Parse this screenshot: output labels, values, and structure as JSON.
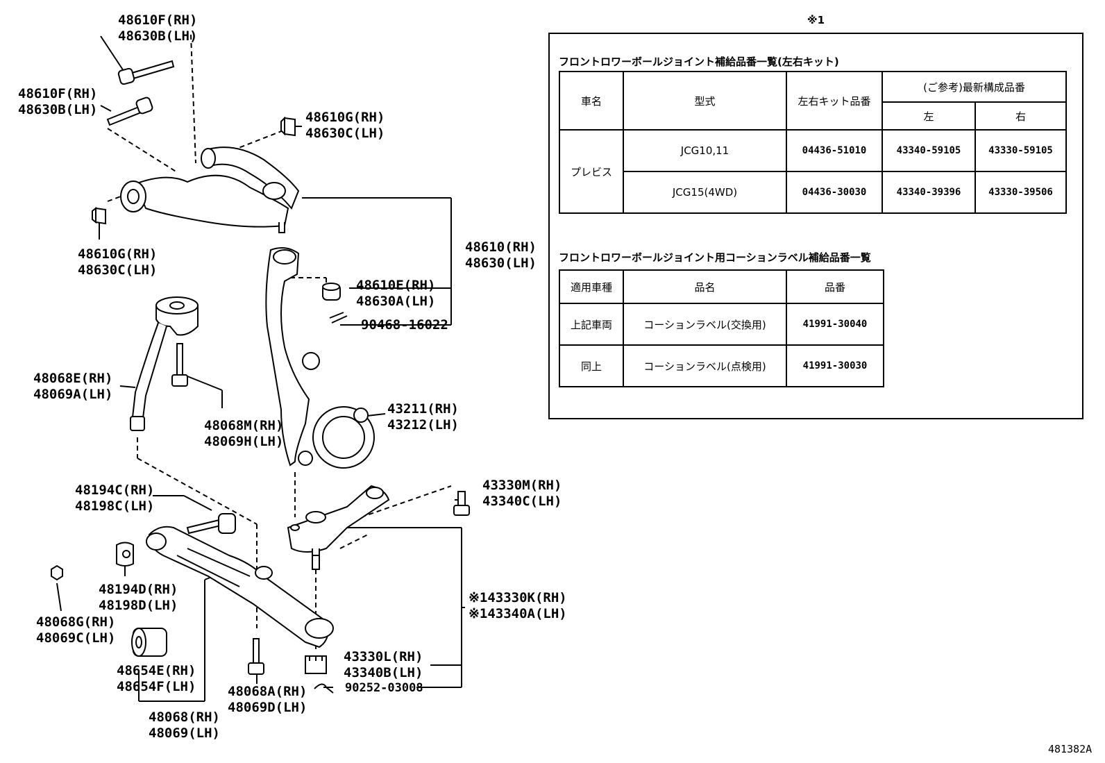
{
  "parts": [
    {
      "id": "bolt-top-1",
      "lines": [
        "48610F(RH)",
        "48630B(LH)"
      ]
    },
    {
      "id": "bolt-top-2",
      "lines": [
        "48610F(RH)",
        "48630B(LH)"
      ]
    },
    {
      "id": "bushing-top-right",
      "lines": [
        "48610G(RH)",
        "48630C(LH)"
      ]
    },
    {
      "id": "bushing-top-left",
      "lines": [
        "48610G(RH)",
        "48630C(LH)"
      ]
    },
    {
      "id": "upper-arm",
      "lines": [
        "48610(RH)",
        "48630(LH)"
      ]
    },
    {
      "id": "upper-arm-bushing",
      "lines": [
        "48610E(RH)",
        "48630A(LH)"
      ]
    },
    {
      "id": "upper-pin",
      "lines": [
        "90468-16022"
      ]
    },
    {
      "id": "tie-rod",
      "lines": [
        "48068E(RH)",
        "48069A(LH)"
      ]
    },
    {
      "id": "knuckle-bolt",
      "lines": [
        "48068M(RH)",
        "48069H(LH)"
      ]
    },
    {
      "id": "knuckle",
      "lines": [
        "43211(RH)",
        "43212(LH)"
      ]
    },
    {
      "id": "cam-bolt",
      "lines": [
        "48194C(RH)",
        "48198C(LH)"
      ]
    },
    {
      "id": "ball-joint-bolt",
      "lines": [
        "43330M(RH)",
        "43340C(LH)"
      ]
    },
    {
      "id": "cam-plate",
      "lines": [
        "48194D(RH)",
        "48198D(LH)"
      ]
    },
    {
      "id": "ball-joint",
      "lines": [
        "※143330K(RH)",
        "※143340A(LH)"
      ]
    },
    {
      "id": "nut",
      "lines": [
        "48068G(RH)",
        "48069C(LH)"
      ]
    },
    {
      "id": "lower-bushing",
      "lines": [
        "48654E(RH)",
        "48654F(LH)"
      ]
    },
    {
      "id": "castle-nut",
      "lines": [
        "43330L(RH)",
        "43340B(LH)"
      ]
    },
    {
      "id": "lower-bolt",
      "lines": [
        "48068A(RH)",
        "48069D(LH)"
      ]
    },
    {
      "id": "lower-pin",
      "lines": [
        "90252-03008"
      ]
    },
    {
      "id": "lower-arm",
      "lines": [
        "48068(RH)",
        "48069(LH)"
      ]
    }
  ],
  "ref_mark": "※1",
  "figure_code": "481382A",
  "table1": {
    "title": "フロントロワーボールジョイント補給品番一覧(左右キット)",
    "h_car": "車名",
    "h_model": "型式",
    "h_kit": "左右キット品番",
    "h_ref": "(ご参考)最新構成品番",
    "h_left": "左",
    "h_right": "右",
    "car": "プレビス",
    "rows": [
      {
        "model": "JCG10,11",
        "kit": "04436-51010",
        "left": "43340-59105",
        "right": "43330-59105"
      },
      {
        "model": "JCG15(4WD)",
        "kit": "04436-30030",
        "left": "43340-39396",
        "right": "43330-39506"
      }
    ]
  },
  "table2": {
    "title": "フロントロワーボールジョイント用コーションラベル補給品番一覧",
    "h_app": "適用車種",
    "h_name": "品名",
    "h_num": "品番",
    "rows": [
      {
        "app": "上記車両",
        "name": "コーションラベル(交換用)",
        "num": "41991-30040"
      },
      {
        "app": "同上",
        "name": "コーションラベル(点検用)",
        "num": "41991-30030"
      }
    ]
  }
}
